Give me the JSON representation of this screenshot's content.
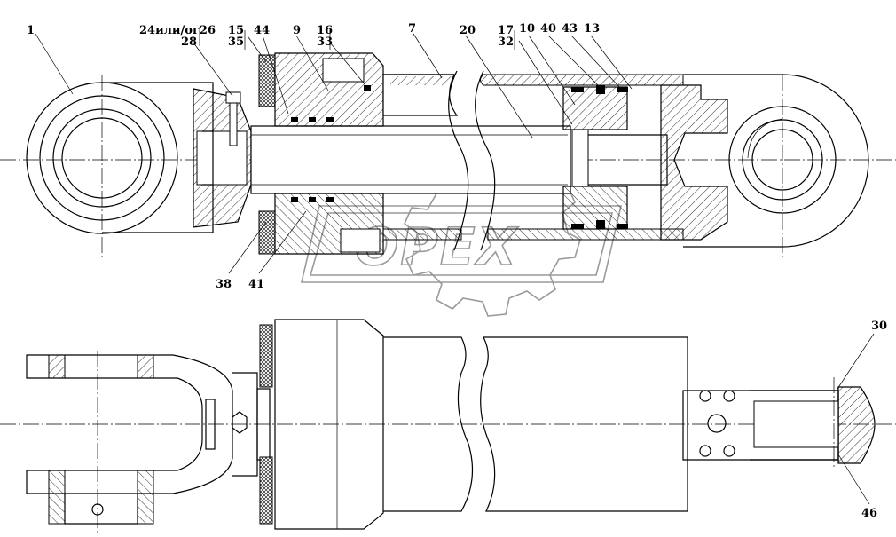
{
  "watermark": "OPEX",
  "callouts_top": [
    {
      "id": "c1",
      "text": "1"
    },
    {
      "id": "c24",
      "text": "24или/ог26"
    },
    {
      "id": "c28",
      "text": "28"
    },
    {
      "id": "c15",
      "text": "15"
    },
    {
      "id": "c35",
      "text": "35"
    },
    {
      "id": "c44",
      "text": "44"
    },
    {
      "id": "c9",
      "text": "9"
    },
    {
      "id": "c16",
      "text": "16"
    },
    {
      "id": "c33",
      "text": "33"
    },
    {
      "id": "c7",
      "text": "7"
    },
    {
      "id": "c20",
      "text": "20"
    },
    {
      "id": "c17",
      "text": "17"
    },
    {
      "id": "c32",
      "text": "32"
    },
    {
      "id": "c10",
      "text": "10"
    },
    {
      "id": "c40",
      "text": "40"
    },
    {
      "id": "c43",
      "text": "43"
    },
    {
      "id": "c13",
      "text": "13"
    },
    {
      "id": "c38",
      "text": "38"
    },
    {
      "id": "c41",
      "text": "41"
    }
  ],
  "callouts_bottom": [
    {
      "id": "c30",
      "text": "30"
    },
    {
      "id": "c46",
      "text": "46"
    }
  ]
}
